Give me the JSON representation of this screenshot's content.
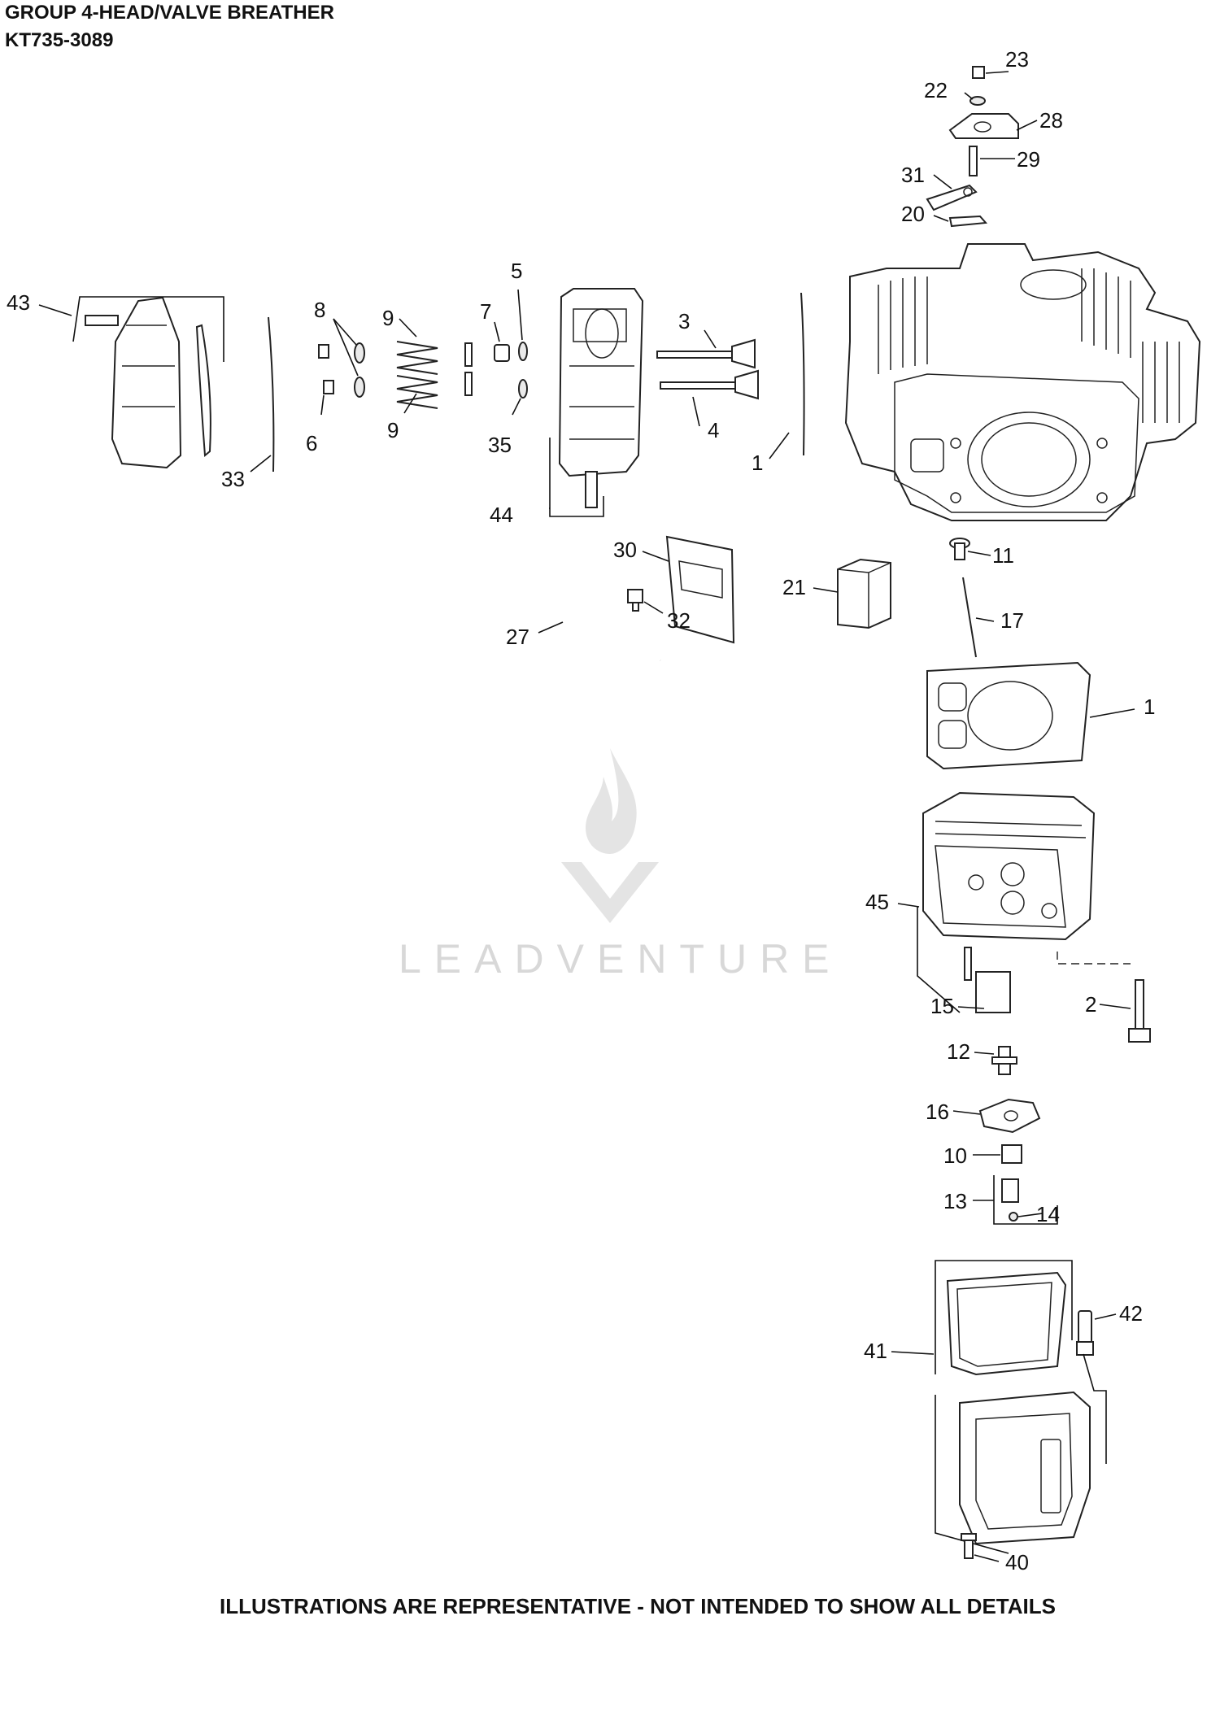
{
  "header": {
    "group_title": "GROUP 4-HEAD/VALVE BREATHER",
    "model_number": "KT735-3089"
  },
  "footer": {
    "disclaimer": "ILLUSTRATIONS ARE REPRESENTATIVE - NOT INTENDED TO SHOW ALL DETAILS"
  },
  "watermark": {
    "text": "LEADVENTURE"
  },
  "callouts": {
    "c1": "1",
    "c1b": "1",
    "c2": "2",
    "c3": "3",
    "c4": "4",
    "c5": "5",
    "c6": "6",
    "c7": "7",
    "c8": "8",
    "c9": "9",
    "c9b": "9",
    "c10": "10",
    "c11": "11",
    "c12": "12",
    "c13": "13",
    "c14": "14",
    "c15": "15",
    "c16": "16",
    "c17": "17",
    "c20": "20",
    "c21": "21",
    "c22": "22",
    "c23": "23",
    "c27": "27",
    "c28": "28",
    "c29": "29",
    "c30": "30",
    "c31": "31",
    "c32": "32",
    "c33": "33",
    "c35": "35",
    "c40": "40",
    "c41": "41",
    "c42": "42",
    "c43": "43",
    "c44": "44",
    "c45": "45"
  }
}
